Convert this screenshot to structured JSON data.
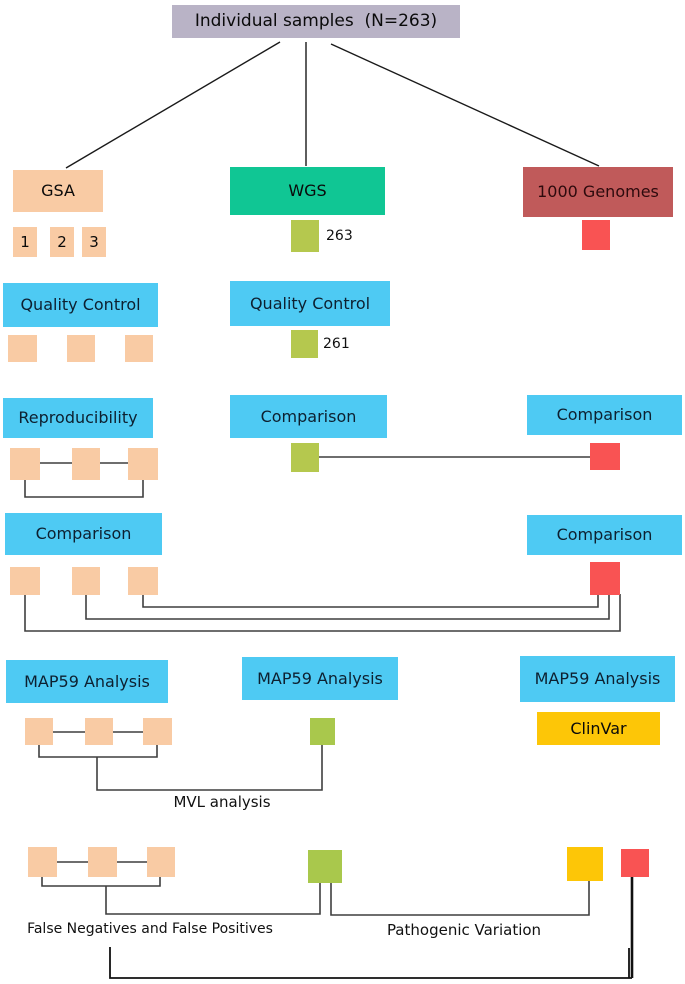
{
  "title": "Individual samples  (N=263)",
  "colors": {
    "title_box": "#b9b3c6",
    "gsa_peach": "#f9cba4",
    "wgs_teal": "#10c694",
    "genomes_brick": "#c05a5a",
    "stage_cyan": "#4ecaf3",
    "wgs_sample_olive": "#b5c84e",
    "merged_green": "#a9c84c",
    "genomes_red": "#f95353",
    "clinvar_gold": "#fdc607",
    "connector_line": "#3f3f3f"
  },
  "columns": {
    "gsa": {
      "header": "GSA",
      "chips": [
        "1",
        "2",
        "3"
      ],
      "quality_control": "Quality Control",
      "reproducibility": "Reproducibility",
      "comparison": "Comparison",
      "map59": "MAP59 Analysis"
    },
    "wgs": {
      "header": "WGS",
      "count_initial": "263",
      "quality_control": "Quality Control",
      "count_after_qc": "261",
      "comparison": "Comparison",
      "map59": "MAP59 Analysis"
    },
    "genomes1000": {
      "header": "1000 Genomes",
      "comparison_upper": "Comparison",
      "comparison_lower": "Comparison",
      "map59": "MAP59 Analysis",
      "clinvar": "ClinVar"
    }
  },
  "captions": {
    "mvl": "MVL analysis",
    "false_neg_pos": "False Negatives and False Positives",
    "pathogenic": "Pathogenic Variation"
  }
}
